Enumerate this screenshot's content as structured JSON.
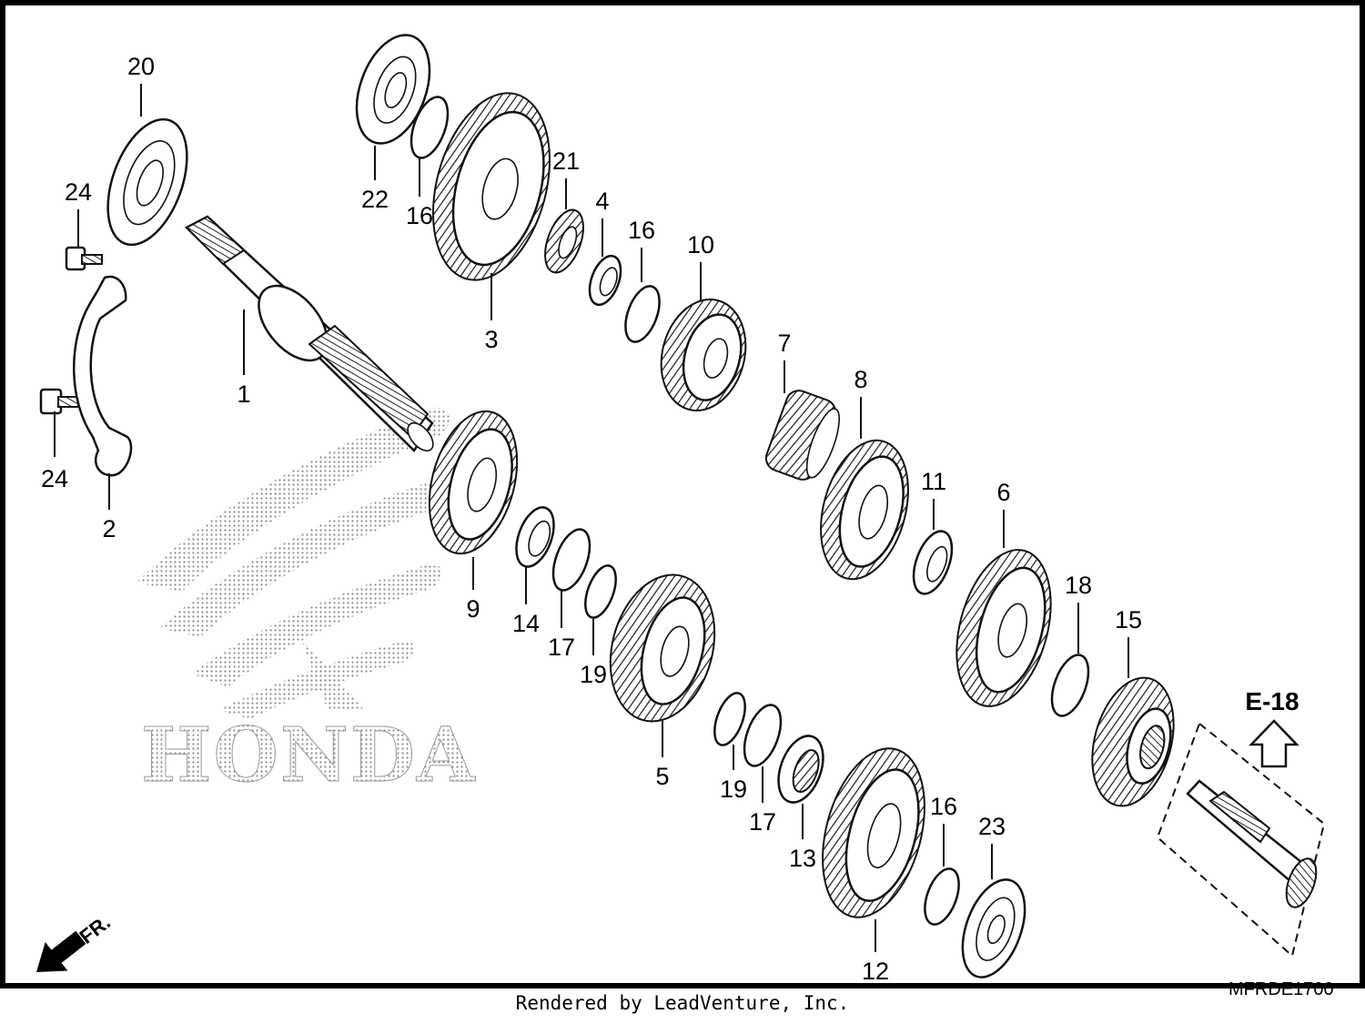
{
  "callouts": [
    "20",
    "24",
    "24",
    "2",
    "1",
    "22",
    "16",
    "3",
    "21",
    "4",
    "16",
    "10",
    "7",
    "8",
    "9",
    "14",
    "17",
    "19",
    "5",
    "11",
    "6",
    "18",
    "15",
    "19",
    "17",
    "13",
    "12",
    "16",
    "23"
  ],
  "watermark": "HONDA",
  "reference": "E-18",
  "front_marker": "FR.",
  "diagram_code": "MFRDE1700",
  "footer": "Rendered by LeadVenture, Inc."
}
